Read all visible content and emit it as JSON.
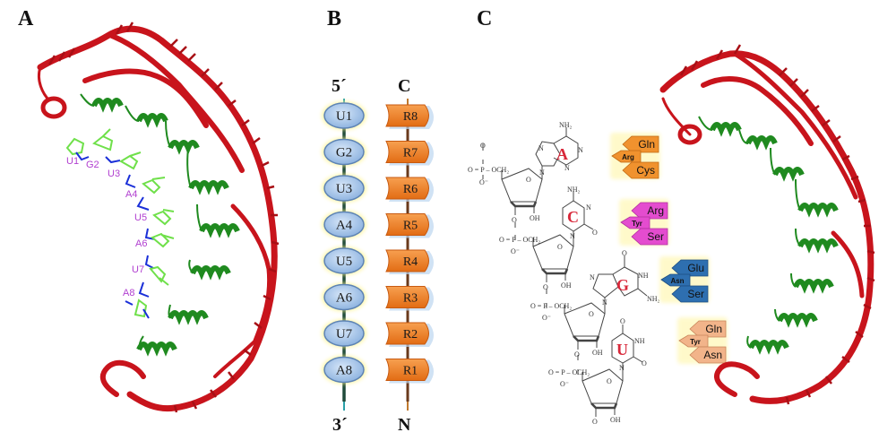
{
  "panels": {
    "a": {
      "label": "A",
      "nucleotides": [
        "U1",
        "G2",
        "U3",
        "A4",
        "U5",
        "A6",
        "U7",
        "A8"
      ]
    },
    "b": {
      "label": "B",
      "rna_top": "5´",
      "rna_bottom": "3´",
      "protein_top": "C",
      "protein_bottom": "N",
      "nucleotides": [
        "U1",
        "G2",
        "U3",
        "A4",
        "U5",
        "A6",
        "U7",
        "A8"
      ],
      "repeats": [
        "R8",
        "R7",
        "R6",
        "R5",
        "R4",
        "R3",
        "R2",
        "R1"
      ]
    },
    "c": {
      "label": "C",
      "bases": [
        {
          "letter": "A",
          "code": {
            "top": "Gln",
            "mid": "Arg",
            "bottom": "Cys"
          }
        },
        {
          "letter": "C",
          "code": {
            "top": "Arg",
            "mid": "Tyr",
            "bottom": "Ser"
          }
        },
        {
          "letter": "G",
          "code": {
            "top": "Glu",
            "mid": "Asn",
            "bottom": "Ser"
          }
        },
        {
          "letter": "U",
          "code": {
            "top": "Gln",
            "mid": "Tyr",
            "bottom": "Asn"
          }
        }
      ],
      "chem": {
        "nh2": "NH₂",
        "n": "N",
        "nh": "NH",
        "o": "O",
        "oh": "OH",
        "och2": "OCH₂",
        "p": "P",
        "o_minus": "O⁻",
        "phosphate_left": "O = P – OCH₂"
      }
    }
  },
  "colors": {
    "helix_red": "#c8141c",
    "helix_green": "#1f8a1f",
    "rna_stick_green": "#6fe04a",
    "rna_stick_blue": "#1a2fd8",
    "nucleotide_label": "#b13fd0",
    "oval_fill": "#a9c8ec",
    "repeat_fill": "#f0802a",
    "base_letter": "#d8283a",
    "code_orange": "#f0922e",
    "code_magenta": "#e44ccf",
    "code_blue": "#2e6fb0",
    "code_peach": "#f2b48a"
  }
}
